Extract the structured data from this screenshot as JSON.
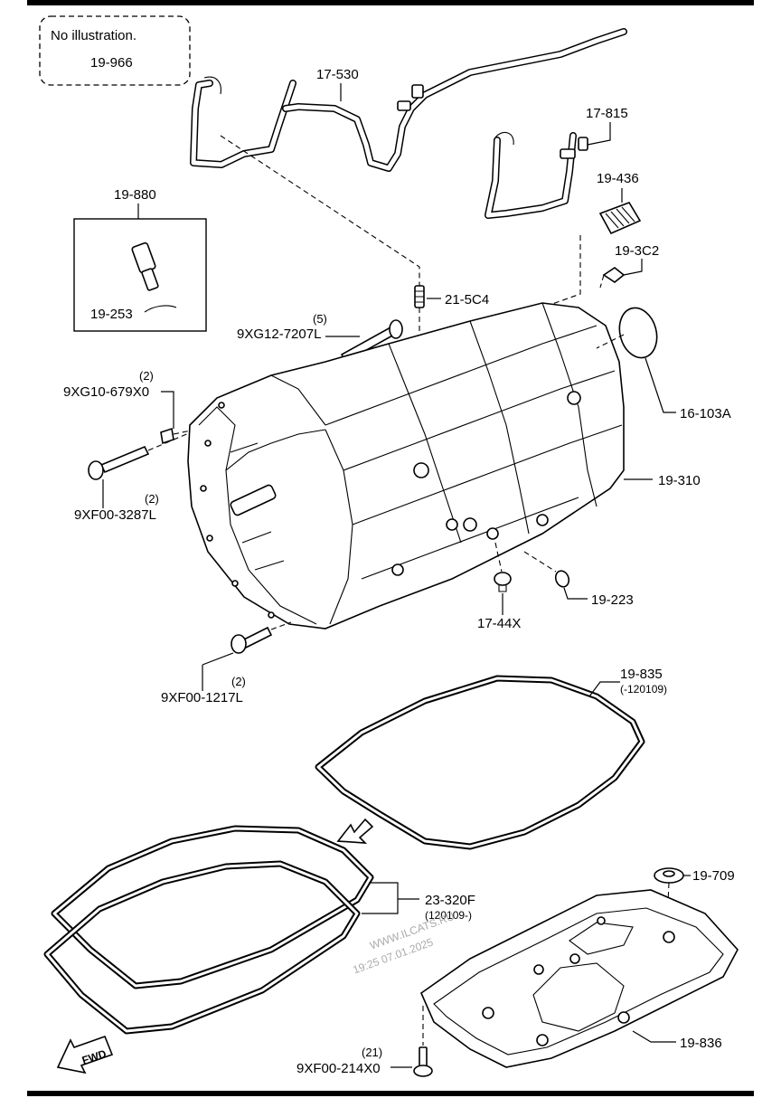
{
  "note": {
    "line1": "No illustration.",
    "line2": "19-966"
  },
  "labels": {
    "p17_530": "17-530",
    "p17_815": "17-815",
    "p19_436": "19-436",
    "p19_3c2": "19-3C2",
    "p19_880": "19-880",
    "p19_253": "19-253",
    "p21_5c4": "21-5C4",
    "p9xg12_qty": "(5)",
    "p9xg12": "9XG12-7207L",
    "p9xg10_qty": "(2)",
    "p9xg10": "9XG10-679X0",
    "p16_103a": "16-103A",
    "p19_310": "19-310",
    "p9xf00_3287_qty": "(2)",
    "p9xf00_3287": "9XF00-3287L",
    "p17_44x": "17-44X",
    "p19_223": "19-223",
    "p9xf00_1217_qty": "(2)",
    "p9xf00_1217": "9XF00-1217L",
    "p19_835": "19-835",
    "p19_835_note": "(-120109)",
    "p23_320f": "23-320F",
    "p23_320f_note": "(120109-)",
    "p19_709": "19-709",
    "p19_836": "19-836",
    "p9xf00_214_qty": "(21)",
    "p9xf00_214": "9XF00-214X0",
    "fwd": "FWD"
  },
  "watermark": {
    "line1": "WWW.ILCATS.RU",
    "line2": "19:25 07.01.2025"
  }
}
